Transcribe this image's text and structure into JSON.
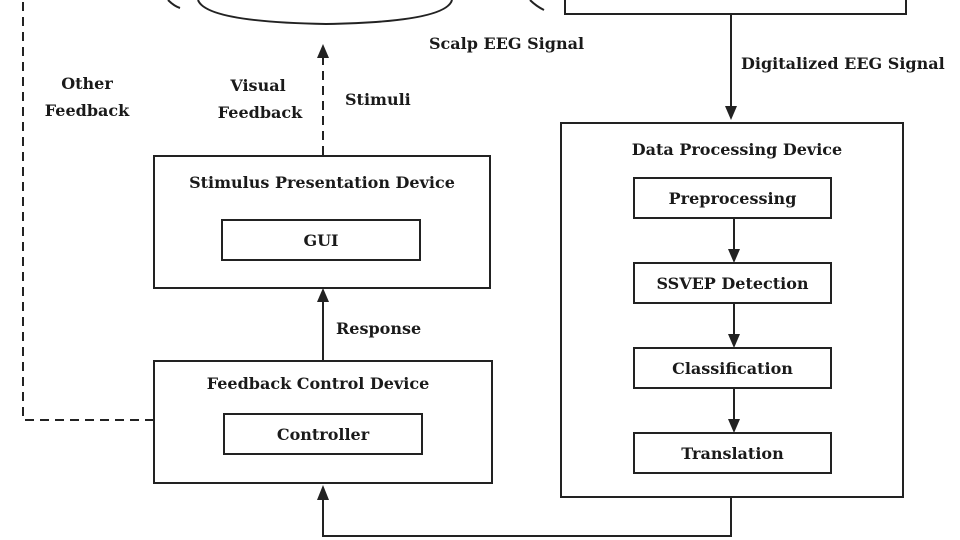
{
  "labels": {
    "scalp_eeg_signal": "Scalp EEG Signal",
    "digitalized_eeg_signal": "Digitalized EEG Signal",
    "other_feedback_1": "Other",
    "other_feedback_2": "Feedback",
    "visual_feedback_1": "Visual",
    "visual_feedback_2": "Feedback",
    "stimuli": "Stimuli",
    "response": "Response"
  },
  "stimulus_device": {
    "title": "Stimulus Presentation Device",
    "inner": "GUI"
  },
  "feedback_device": {
    "title": "Feedback Control Device",
    "inner": "Controller"
  },
  "processing_device": {
    "title": "Data Processing Device",
    "steps": [
      "Preprocessing",
      "SSVEP Detection",
      "Classification",
      "Translation"
    ]
  },
  "colors": {
    "stroke": "#222222",
    "text": "#1a1a1a",
    "background": "#ffffff"
  }
}
